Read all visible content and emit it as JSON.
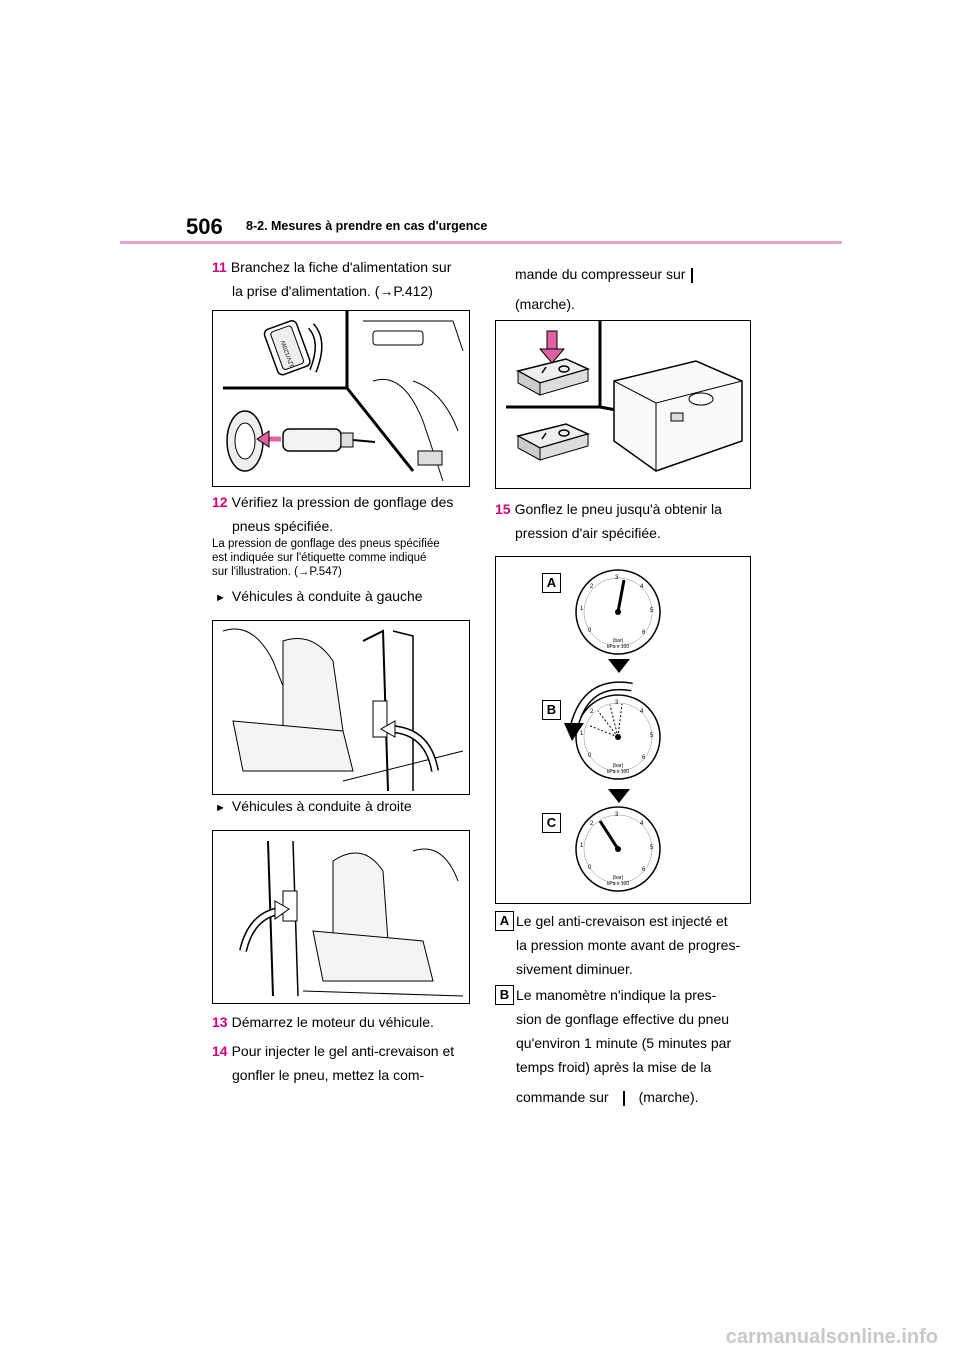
{
  "header": {
    "page_number": "506",
    "section_title": "8-2. Mesures à prendre en cas d'urgence"
  },
  "left": {
    "step11": {
      "num": "11",
      "line1": "Branchez la fiche d'alimentation sur",
      "line2": "la prise d'alimentation. (→P.412)"
    },
    "fig1": {
      "plug_label": "12V/120W"
    },
    "step12": {
      "num": "12",
      "line1": "Vérifiez la pression de gonflage des",
      "line2": "pneus spécifiée."
    },
    "note": {
      "line1": "La pression de gonflage des pneus spécifiée",
      "line2": "est indiquée sur l'étiquette comme indiqué",
      "line3": "sur l'illustration. (→P.547)"
    },
    "bullet_lhd": "Véhicules à conduite à gauche",
    "bullet_rhd": "Véhicules à conduite à droite",
    "step13": {
      "num": "13",
      "line1": "Démarrez le moteur du véhicule."
    },
    "step14": {
      "num": "14",
      "line1": "Pour injecter le gel anti-crevaison et",
      "line2": "gonfler le pneu, mettez la com-"
    }
  },
  "right": {
    "step14_cont": {
      "line1": "mande du compresseur sur",
      "line2": "(marche)."
    },
    "step15": {
      "num": "15",
      "line1": "Gonflez le pneu jusqu'à obtenir la",
      "line2": "pression d'air spécifiée."
    },
    "gauge_labels": [
      "A",
      "B",
      "C"
    ],
    "gauge_units": {
      "line1": "(bar)",
      "line2": "kPa x 100"
    },
    "desc_a": {
      "label": "A",
      "line1": "Le gel anti-crevaison est injecté et",
      "line2": "la pression monte avant de progres-",
      "line3": "sivement diminuer."
    },
    "desc_b": {
      "label": "B",
      "line1": "Le manomètre n'indique la pres-",
      "line2": "sion de gonflage effective du pneu",
      "line3": "qu'environ 1 minute (5 minutes par",
      "line4": "temps froid) après la mise de la",
      "line5a": "commande sur",
      "line5b": "(marche)."
    }
  },
  "footer": {
    "watermark": "carmanualsonline.info"
  },
  "colors": {
    "step_number": "#d6007e",
    "rule": "#e9a6cc"
  },
  "icons": [
    "arrow-right-icon",
    "switch-on-icon",
    "triangle-down-icon"
  ]
}
